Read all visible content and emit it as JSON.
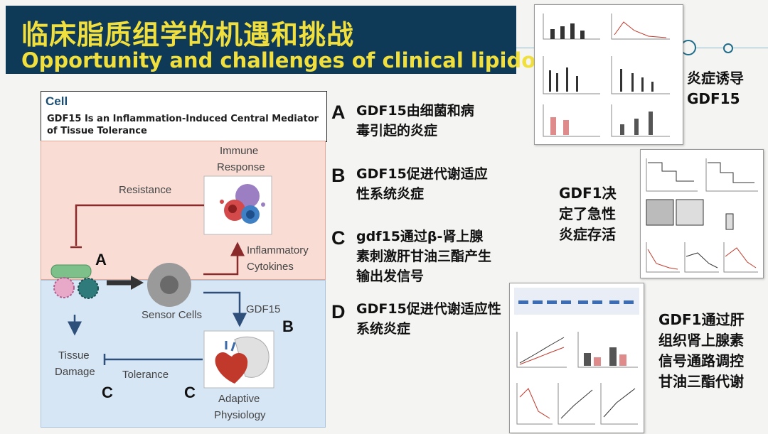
{
  "title": {
    "cn": "临床脂质组学的机遇和挑战",
    "en": "Opportunity and challenges of clinical lipidomics"
  },
  "figure": {
    "journal": "Cell",
    "paper_title_line1": "GDF15 Is an Inflammation-Induced Central Mediator",
    "paper_title_line2": "of Tissue Tolerance",
    "labels": {
      "immune_response_1": "Immune",
      "immune_response_2": "Response",
      "resistance": "Resistance",
      "inflammatory_1": "Inflammatory",
      "inflammatory_2": "Cytokines",
      "sensor_cells": "Sensor Cells",
      "gdf15": "GDF15",
      "tissue_damage_1": "Tissue",
      "tissue_damage_2": "Damage",
      "tolerance": "Tolerance",
      "adaptive_1": "Adaptive",
      "adaptive_2": "Physiology"
    },
    "letters": {
      "a": "A",
      "b": "B",
      "c1": "C",
      "c2": "C"
    }
  },
  "points": [
    {
      "letter": "A",
      "text": "GDF15由细菌和病毒引起的炎症"
    },
    {
      "letter": "B",
      "text": "GDF15促进代谢适应性系统炎症"
    },
    {
      "letter": "C",
      "text": "gdf15通过β-肾上腺素刺激肝甘油三酯产生输出发信号"
    },
    {
      "letter": "D",
      "text": "GDF15促进代谢适应性系统炎症"
    }
  ],
  "side_labels": {
    "label1": "炎症诱导GDF15",
    "label2": "GDF1决定了急性炎症存活",
    "label3": "GDF1通过肝组织肾上腺素信号通路调控甘油三酯代谢"
  },
  "colors": {
    "banner": "#0f3a57",
    "title_text": "#f0df3c",
    "pink_panel": "#f9ddd5",
    "blue_panel": "#d7e6f5",
    "arrow_dark_red": "#8b2a2a",
    "arrow_blue": "#2e4f7a"
  }
}
